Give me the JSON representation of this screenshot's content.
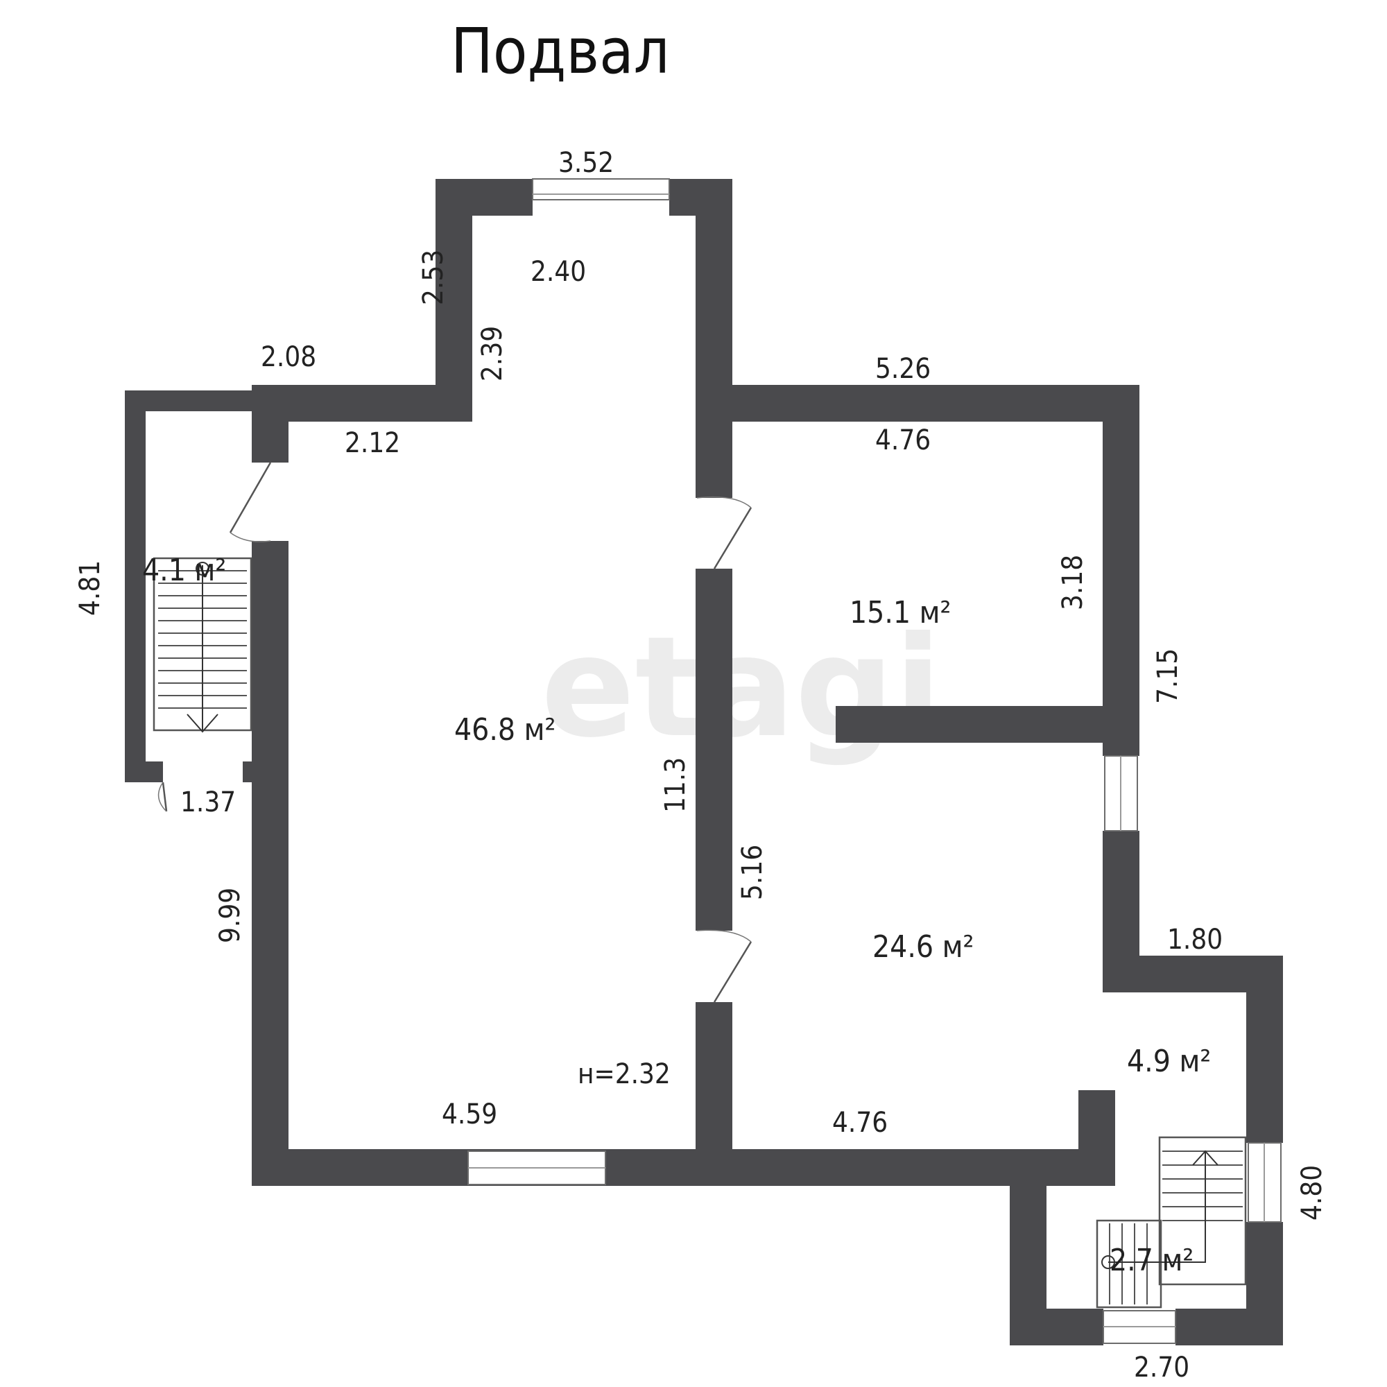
{
  "title": "Подвал",
  "watermark": "etagi",
  "rooms": {
    "main_hall": {
      "area": "46.8 м²"
    },
    "room_upper": {
      "area": "15.1 м²"
    },
    "room_lower": {
      "area": "24.6 м²"
    },
    "corner_room": {
      "area": "4.9 м²"
    },
    "stair_left": {
      "area": "4.1 м²"
    },
    "stair_right": {
      "area": "2.7 м²"
    }
  },
  "height_note": "н=2.32",
  "dimensions": {
    "top_window": "3.52",
    "bay_inner_top": "2.40",
    "bay_left_outer": "2.53",
    "bay_left_inner": "2.39",
    "left_step_top": "2.08",
    "left_step_inner": "2.12",
    "right_top_outer": "5.26",
    "right_top_inner": "4.76",
    "stair_left_side": "4.81",
    "stair_left_bottom": "1.37",
    "room_upper_height": "3.18",
    "right_outer": "7.15",
    "center_wall": "11.3",
    "center_wall_lower": "5.16",
    "left_outer": "9.99",
    "step_right": "1.80",
    "bottom_left": "4.59",
    "bottom_mid": "4.76",
    "right_lower_outer": "4.80",
    "bottom_right": "2.70"
  },
  "colors": {
    "wall": "#4a4a4d",
    "watermark": "#ececec"
  }
}
